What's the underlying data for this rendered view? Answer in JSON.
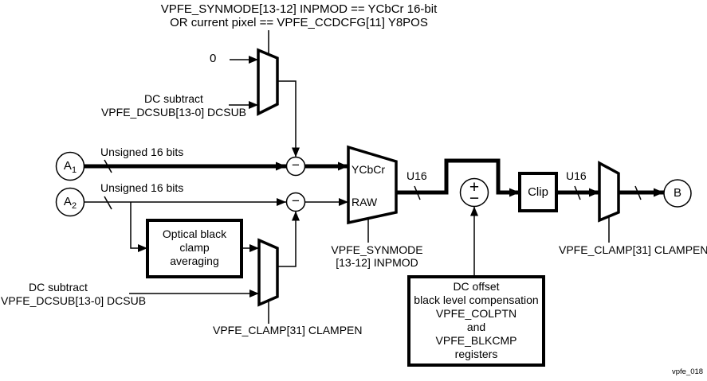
{
  "diagram": {
    "condition_top": {
      "line1": "VPFE_SYNMODE[13-12] INPMOD == YCbCr 16-bit",
      "line2": "OR current pixel == VPFE_CCDCFG[11] Y8POS"
    },
    "mux_dcsub": {
      "input_zero": "0",
      "input_dc_line1": "DC subtract",
      "input_dc_line2": "VPFE_DCSUB[13-0] DCSUB"
    },
    "input_a1": {
      "base": "A",
      "sub": "1",
      "bus": "Unsigned 16 bits"
    },
    "input_a2": {
      "base": "A",
      "sub": "2",
      "bus": "Unsigned 16 bits"
    },
    "subtractor1": "−",
    "subtractor2": "−",
    "adder": {
      "plus": "+",
      "minus": "−"
    },
    "mux_inpmod": {
      "opt_top": "YCbCr",
      "opt_bottom": "RAW",
      "sel_line1": "VPFE_SYNMODE",
      "sel_line2": "[13-12] INPMOD"
    },
    "bus_u16_a": "U16",
    "bus_u16_b": "U16",
    "clip": "Clip",
    "mux_out_sel": "VPFE_CLAMP[31] CLAMPEN",
    "output_b": "B",
    "optical_box": {
      "line1": "Optical black",
      "line2": "clamp",
      "line3": "averaging"
    },
    "mux_clamp_sel": "VPFE_CLAMP[31] CLAMPEN",
    "dcsub_bottom": {
      "line1": "DC subtract",
      "line2": "VPFE_DCSUB[13-0] DCSUB"
    },
    "dcoffset_box": {
      "line1": "DC offset",
      "line2": "black level compensation",
      "line3": "VPFE_COLPTN",
      "line4": "and",
      "line5": "VPFE_BLKCMP",
      "line6": "registers"
    },
    "watermark": "vpfe_018",
    "colors": {
      "ink": "#000000",
      "background": "#ffffff"
    }
  }
}
